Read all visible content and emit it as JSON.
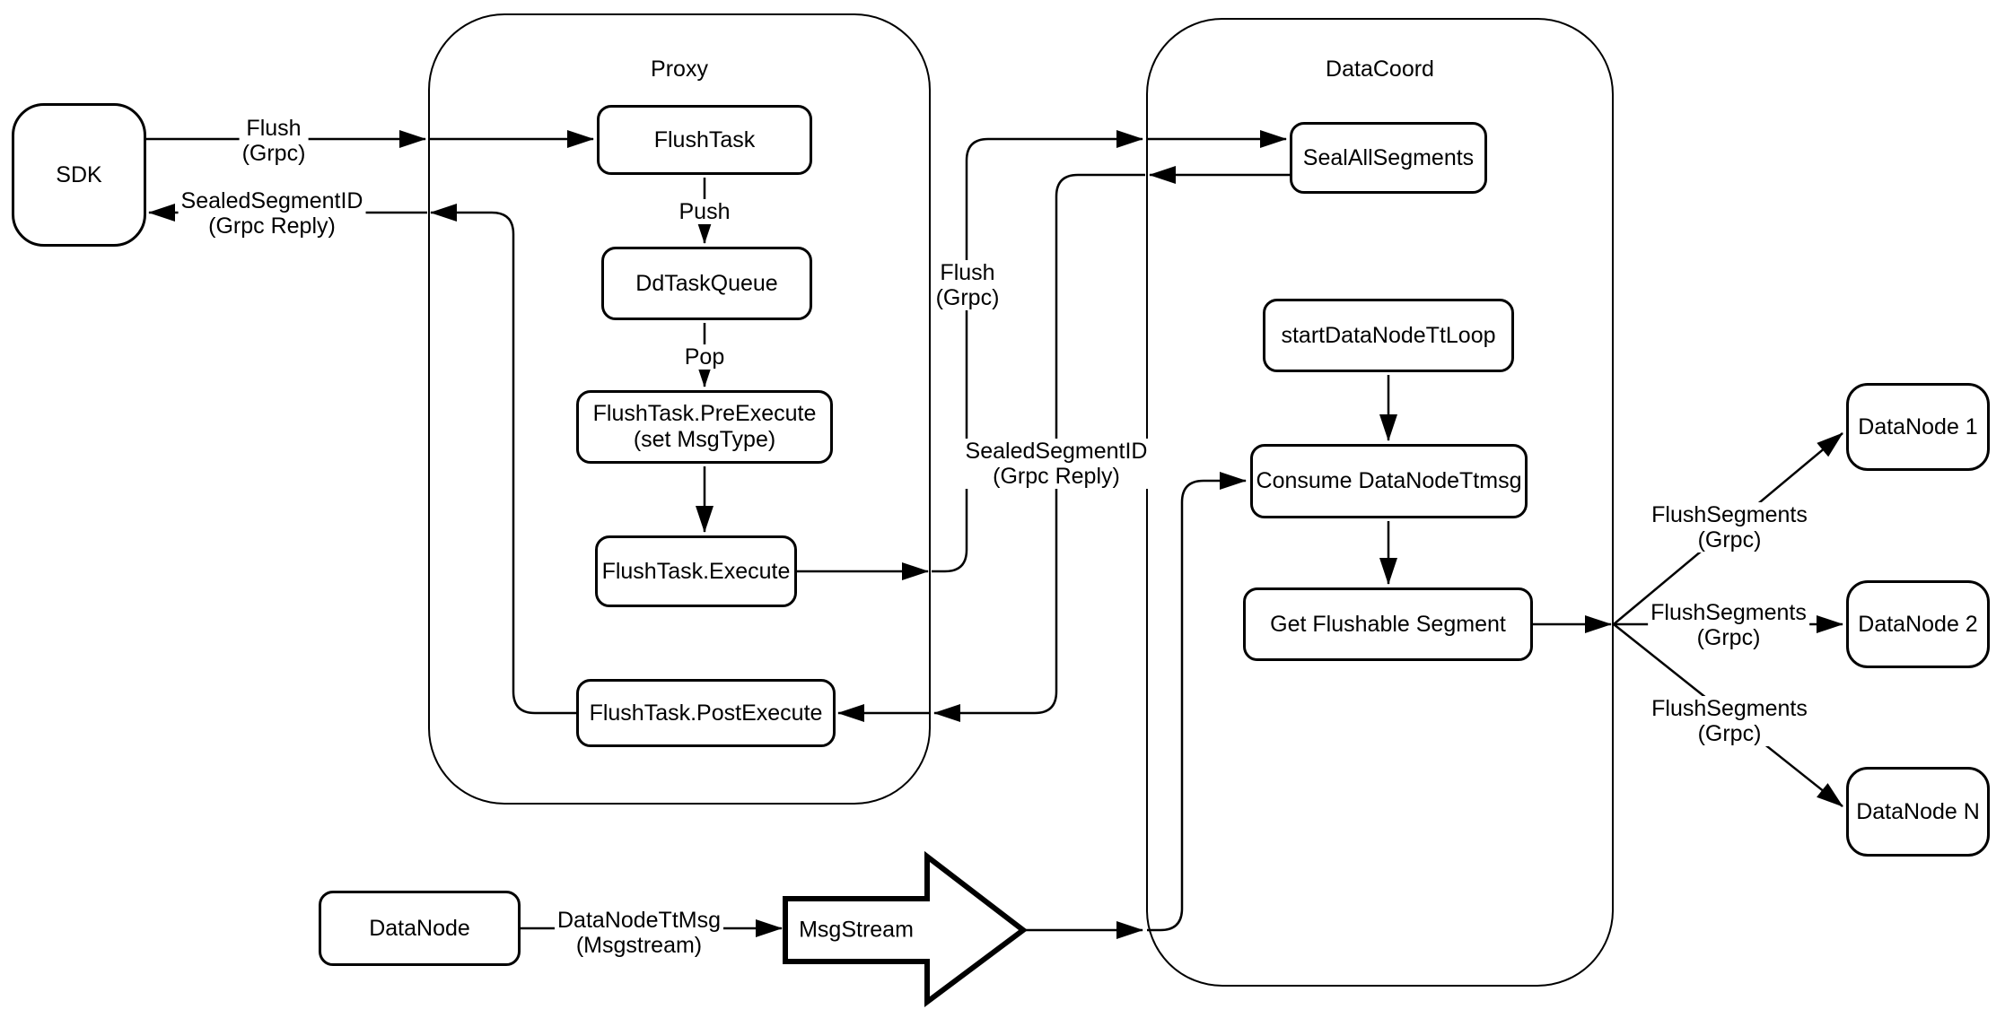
{
  "diagram": {
    "containers": {
      "proxy": {
        "title": "Proxy"
      },
      "datacoord": {
        "title": "DataCoord"
      }
    },
    "nodes": {
      "sdk": {
        "label": "SDK"
      },
      "flushtask": {
        "label": "FlushTask"
      },
      "ddtaskqueue": {
        "label": "DdTaskQueue"
      },
      "preexecute": {
        "label": "FlushTask.PreExecute",
        "label2": "(set MsgType)"
      },
      "execute": {
        "label": "FlushTask.Execute"
      },
      "postexecute": {
        "label": "FlushTask.PostExecute"
      },
      "sealallsegments": {
        "label": "SealAllSegments"
      },
      "startdatanodettloop": {
        "label": "startDataNodeTtLoop"
      },
      "consumedatanodettmsg": {
        "label": "Consume DataNodeTtmsg"
      },
      "getflushablesegment": {
        "label": "Get Flushable Segment"
      },
      "datanode1": {
        "label": "DataNode 1"
      },
      "datanode2": {
        "label": "DataNode 2"
      },
      "datanoden": {
        "label": "DataNode N"
      },
      "datanode": {
        "label": "DataNode"
      },
      "msgstream": {
        "label": "MsgStream"
      }
    },
    "edge_labels": {
      "flush_to_proxy": {
        "line1": "Flush",
        "line2": "(Grpc)"
      },
      "sealed_to_sdk": {
        "line1": "SealedSegmentID",
        "line2": "(Grpc Reply)"
      },
      "push": {
        "line1": "Push"
      },
      "pop": {
        "line1": "Pop"
      },
      "flush_to_datacoord": {
        "line1": "Flush",
        "line2": "(Grpc)"
      },
      "sealed_to_proxy": {
        "line1": "SealedSegmentID",
        "line2": "(Grpc Reply)"
      },
      "flushsegments_1": {
        "line1": "FlushSegments",
        "line2": "(Grpc)"
      },
      "flushsegments_2": {
        "line1": "FlushSegments",
        "line2": "(Grpc)"
      },
      "flushsegments_3": {
        "line1": "FlushSegments",
        "line2": "(Grpc)"
      },
      "datanodettmsg": {
        "line1": "DataNodeTtMsg",
        "line2": "(Msgstream)"
      }
    },
    "colors": {
      "stroke": "#000000",
      "background": "#ffffff"
    }
  }
}
